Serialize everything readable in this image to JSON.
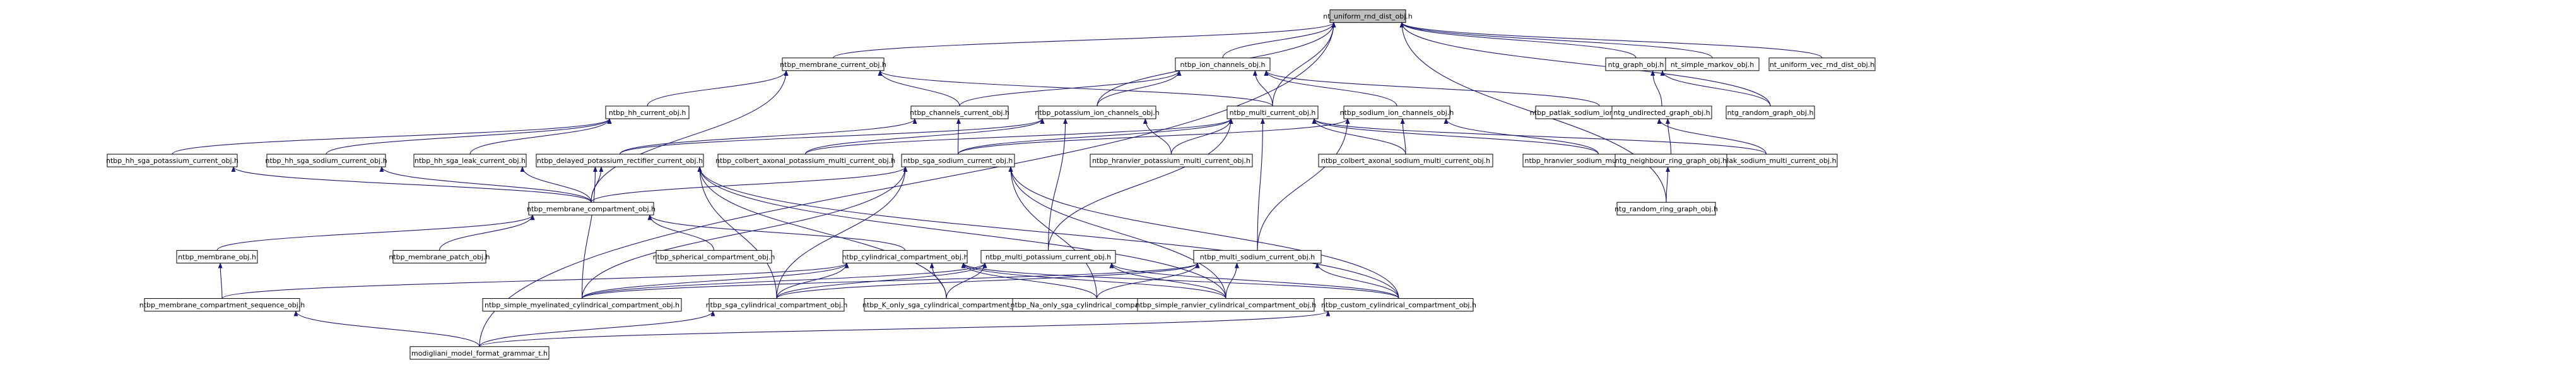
{
  "nodes": [
    {
      "id": "root",
      "label": "nt_uniform_rnd_dist_obj.h",
      "root": true
    },
    {
      "id": "membrane_current",
      "label": "ntbp_membrane_current_obj.h"
    },
    {
      "id": "ion_channels",
      "label": "ntbp_ion_channels_obj.h"
    },
    {
      "id": "graph",
      "label": "ntg_graph_obj.h"
    },
    {
      "id": "simple_markov",
      "label": "nt_simple_markov_obj.h"
    },
    {
      "id": "uniform_vec",
      "label": "nt_uniform_vec_rnd_dist_obj.h"
    },
    {
      "id": "hh_current",
      "label": "ntbp_hh_current_obj.h"
    },
    {
      "id": "channels_current",
      "label": "ntbp_channels_current_obj.h"
    },
    {
      "id": "potassium_ion_channels",
      "label": "ntbp_potassium_ion_channels_obj.h"
    },
    {
      "id": "multi_current",
      "label": "ntbp_multi_current_obj.h"
    },
    {
      "id": "sodium_ion_channels",
      "label": "ntbp_sodium_ion_channels_obj.h"
    },
    {
      "id": "patlak_sodium_ion_channels",
      "label": "ntbp_patlak_sodium_ion_channels_obj.h"
    },
    {
      "id": "undirected_graph",
      "label": "ntg_undirected_graph_obj.h"
    },
    {
      "id": "random_graph",
      "label": "ntg_random_graph_obj.h"
    },
    {
      "id": "hh_sga_potassium",
      "label": "ntbp_hh_sga_potassium_current_obj.h"
    },
    {
      "id": "hh_sga_sodium",
      "label": "ntbp_hh_sga_sodium_current_obj.h"
    },
    {
      "id": "hh_sga_leak",
      "label": "ntbp_hh_sga_leak_current_obj.h"
    },
    {
      "id": "delayed_potassium",
      "label": "ntbp_delayed_potassium_rectifier_current_obj.h"
    },
    {
      "id": "colbert_axonal_potassium",
      "label": "ntbp_colbert_axonal_potassium_multi_current_obj.h"
    },
    {
      "id": "sga_sodium",
      "label": "ntbp_sga_sodium_current_obj.h"
    },
    {
      "id": "hranvier_potassium",
      "label": "ntbp_hranvier_potassium_multi_current_obj.h"
    },
    {
      "id": "colbert_axonal_sodium",
      "label": "ntbp_colbert_axonal_sodium_multi_current_obj.h"
    },
    {
      "id": "hranvier_sodium",
      "label": "ntbp_hranvier_sodium_multi_current_obj.h"
    },
    {
      "id": "patlak_sodium_multi",
      "label": "ntbp_patlak_sodium_multi_current_obj.h"
    },
    {
      "id": "neighbour_ring",
      "label": "ntg_neighbour_ring_graph_obj.h"
    },
    {
      "id": "random_ring",
      "label": "ntg_random_ring_graph_obj.h"
    },
    {
      "id": "membrane_compartment",
      "label": "ntbp_membrane_compartment_obj.h"
    },
    {
      "id": "membrane",
      "label": "ntbp_membrane_obj.h"
    },
    {
      "id": "membrane_patch",
      "label": "ntbp_membrane_patch_obj.h"
    },
    {
      "id": "spherical",
      "label": "ntbp_spherical_compartment_obj.h"
    },
    {
      "id": "cylindrical",
      "label": "ntbp_cylindrical_compartment_obj.h"
    },
    {
      "id": "multi_potassium",
      "label": "ntbp_multi_potassium_current_obj.h"
    },
    {
      "id": "multi_sodium",
      "label": "ntbp_multi_sodium_current_obj.h"
    },
    {
      "id": "compartment_sequence",
      "label": "ntbp_membrane_compartment_sequence_obj.h"
    },
    {
      "id": "simple_myelinated",
      "label": "ntbp_simple_myelinated_cylindrical_compartment_obj.h"
    },
    {
      "id": "sga_cylindrical",
      "label": "ntbp_sga_cylindrical_compartment_obj.h"
    },
    {
      "id": "k_only",
      "label": "ntbp_K_only_sga_cylindrical_compartment_obj.h"
    },
    {
      "id": "na_only",
      "label": "ntbp_Na_only_sga_cylindrical_compartment_obj.h"
    },
    {
      "id": "simple_ranvier",
      "label": "ntbp_simple_ranvier_cylindrical_compartment_obj.h"
    },
    {
      "id": "custom_cylindrical",
      "label": "ntbp_custom_cylindrical_compartment_obj.h"
    },
    {
      "id": "modigliani",
      "label": "modigliani_model_format_grammar_t.h"
    }
  ],
  "edges": [
    [
      "membrane_current",
      "root"
    ],
    [
      "ion_channels",
      "root"
    ],
    [
      "graph",
      "root"
    ],
    [
      "simple_markov",
      "root"
    ],
    [
      "uniform_vec",
      "root"
    ],
    [
      "random_graph",
      "root"
    ],
    [
      "random_ring",
      "root"
    ],
    [
      "potassium_ion_channels",
      "root"
    ],
    [
      "multi_current",
      "root"
    ],
    [
      "modigliani",
      "root"
    ],
    [
      "hh_current",
      "membrane_current"
    ],
    [
      "channels_current",
      "membrane_current"
    ],
    [
      "multi_current",
      "membrane_current"
    ],
    [
      "membrane_compartment",
      "membrane_current"
    ],
    [
      "channels_current",
      "ion_channels"
    ],
    [
      "potassium_ion_channels",
      "ion_channels"
    ],
    [
      "sodium_ion_channels",
      "ion_channels"
    ],
    [
      "patlak_sodium_ion_channels",
      "ion_channels"
    ],
    [
      "multi_current",
      "ion_channels"
    ],
    [
      "undirected_graph",
      "graph"
    ],
    [
      "random_graph",
      "graph"
    ],
    [
      "hh_sga_potassium",
      "hh_current"
    ],
    [
      "hh_sga_sodium",
      "hh_current"
    ],
    [
      "hh_sga_leak",
      "hh_current"
    ],
    [
      "delayed_potassium",
      "channels_current"
    ],
    [
      "sga_sodium",
      "channels_current"
    ],
    [
      "delayed_potassium",
      "potassium_ion_channels"
    ],
    [
      "colbert_axonal_potassium",
      "potassium_ion_channels"
    ],
    [
      "hranvier_potassium",
      "potassium_ion_channels"
    ],
    [
      "multi_potassium",
      "potassium_ion_channels"
    ],
    [
      "colbert_axonal_potassium",
      "multi_current"
    ],
    [
      "sga_sodium",
      "multi_current"
    ],
    [
      "hranvier_potassium",
      "multi_current"
    ],
    [
      "colbert_axonal_sodium",
      "multi_current"
    ],
    [
      "hranvier_sodium",
      "multi_current"
    ],
    [
      "patlak_sodium_multi",
      "multi_current"
    ],
    [
      "multi_potassium",
      "multi_current"
    ],
    [
      "multi_sodium",
      "multi_current"
    ],
    [
      "sga_sodium",
      "sodium_ion_channels"
    ],
    [
      "colbert_axonal_sodium",
      "sodium_ion_channels"
    ],
    [
      "hranvier_sodium",
      "sodium_ion_channels"
    ],
    [
      "multi_sodium",
      "sodium_ion_channels"
    ],
    [
      "patlak_sodium_multi",
      "patlak_sodium_ion_channels"
    ],
    [
      "neighbour_ring",
      "undirected_graph"
    ],
    [
      "random_ring",
      "neighbour_ring"
    ],
    [
      "membrane_compartment",
      "hh_sga_potassium"
    ],
    [
      "membrane_compartment",
      "hh_sga_sodium"
    ],
    [
      "membrane_compartment",
      "hh_sga_leak"
    ],
    [
      "membrane_compartment",
      "delayed_potassium"
    ],
    [
      "simple_myelinated",
      "delayed_potassium"
    ],
    [
      "sga_cylindrical",
      "delayed_potassium"
    ],
    [
      "k_only",
      "delayed_potassium"
    ],
    [
      "simple_ranvier",
      "delayed_potassium"
    ],
    [
      "custom_cylindrical",
      "delayed_potassium"
    ],
    [
      "membrane_compartment",
      "sga_sodium"
    ],
    [
      "simple_myelinated",
      "sga_sodium"
    ],
    [
      "sga_cylindrical",
      "sga_sodium"
    ],
    [
      "na_only",
      "sga_sodium"
    ],
    [
      "simple_ranvier",
      "sga_sodium"
    ],
    [
      "custom_cylindrical",
      "sga_sodium"
    ],
    [
      "membrane",
      "membrane_compartment"
    ],
    [
      "membrane_patch",
      "membrane_compartment"
    ],
    [
      "spherical",
      "membrane_compartment"
    ],
    [
      "cylindrical",
      "membrane_compartment"
    ],
    [
      "compartment_sequence",
      "membrane"
    ],
    [
      "modigliani",
      "compartment_sequence"
    ],
    [
      "compartment_sequence",
      "cylindrical"
    ],
    [
      "simple_myelinated",
      "cylindrical"
    ],
    [
      "sga_cylindrical",
      "cylindrical"
    ],
    [
      "k_only",
      "cylindrical"
    ],
    [
      "na_only",
      "cylindrical"
    ],
    [
      "simple_ranvier",
      "cylindrical"
    ],
    [
      "custom_cylindrical",
      "cylindrical"
    ],
    [
      "simple_myelinated",
      "multi_potassium"
    ],
    [
      "sga_cylindrical",
      "multi_potassium"
    ],
    [
      "k_only",
      "multi_potassium"
    ],
    [
      "simple_ranvier",
      "multi_potassium"
    ],
    [
      "custom_cylindrical",
      "multi_potassium"
    ],
    [
      "simple_myelinated",
      "multi_sodium"
    ],
    [
      "sga_cylindrical",
      "multi_sodium"
    ],
    [
      "na_only",
      "multi_sodium"
    ],
    [
      "simple_ranvier",
      "multi_sodium"
    ],
    [
      "custom_cylindrical",
      "multi_sodium"
    ],
    [
      "modigliani",
      "sga_cylindrical"
    ],
    [
      "modigliani",
      "custom_cylindrical"
    ]
  ]
}
